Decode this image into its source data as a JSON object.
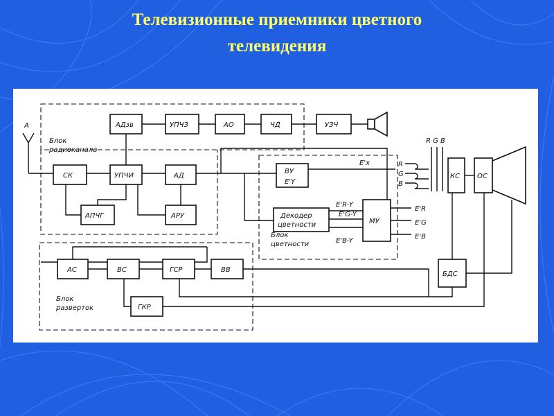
{
  "title": {
    "line1": "Телевизионные приемники цветного",
    "line2": "телевидения"
  },
  "colors": {
    "background": "#1f5fe0",
    "title": "#ffff66",
    "panel": "#ffffff",
    "ink": "#111111"
  },
  "diagram": {
    "antenna_label": "A",
    "group_radio": [
      "Блок",
      "радиоканала"
    ],
    "group_color": [
      "Блок",
      "цветности"
    ],
    "group_scan": [
      "Блок",
      "разверток"
    ],
    "blocks": {
      "sk": "СК",
      "ad_zv": "АДзв",
      "upchz": "УПЧЗ",
      "ao": "АО",
      "chd": "ЧД",
      "uzch": "УЗЧ",
      "upchi": "УПЧИ",
      "ad": "АД",
      "apchg": "АПЧГ",
      "aru": "АРУ",
      "vu": "ВУ",
      "vu_out": "E'Y",
      "decoder_line1": "Декодер",
      "decoder_line2": "цветности",
      "mu": "МУ",
      "ks": "КС",
      "os": "ОС",
      "as": "АС",
      "vs": "ВС",
      "gsr": "ГСР",
      "vv": "ВВ",
      "gkr": "ГКР",
      "bds": "БДС"
    },
    "signals": {
      "ex": "E'x",
      "er_y": "E'R-Y",
      "eg_y": "E'G-Y",
      "eb_y": "E'B-Y",
      "er": "E'R",
      "eg": "E'G",
      "eb": "E'B",
      "r": "R",
      "g": "G",
      "b": "B",
      "rgb_top": "R G B"
    }
  }
}
